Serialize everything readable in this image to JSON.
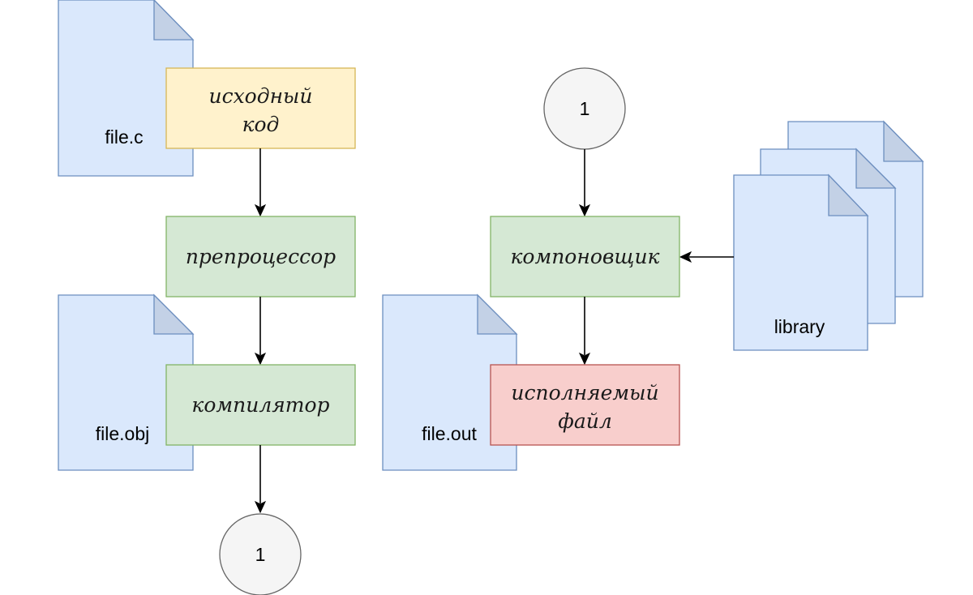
{
  "left_flow": {
    "source_file": "file.c",
    "source_code_line1": "исходный",
    "source_code_line2": "код",
    "preprocessor": "препроцессор",
    "object_file": "file.obj",
    "compiler": "компилятор",
    "connector_out": "1"
  },
  "right_flow": {
    "connector_in": "1",
    "linker": "компоновщик",
    "library": "library",
    "output_file": "file.out",
    "executable_line1": "исполняемый",
    "executable_line2": "файл"
  },
  "colors": {
    "document_fill": "#dae8fc",
    "document_stroke": "#6c8ebf",
    "source_fill": "#fff2cc",
    "process_fill": "#d5e8d4",
    "executable_fill": "#f8cecc",
    "connector_fill": "#f5f5f5"
  }
}
